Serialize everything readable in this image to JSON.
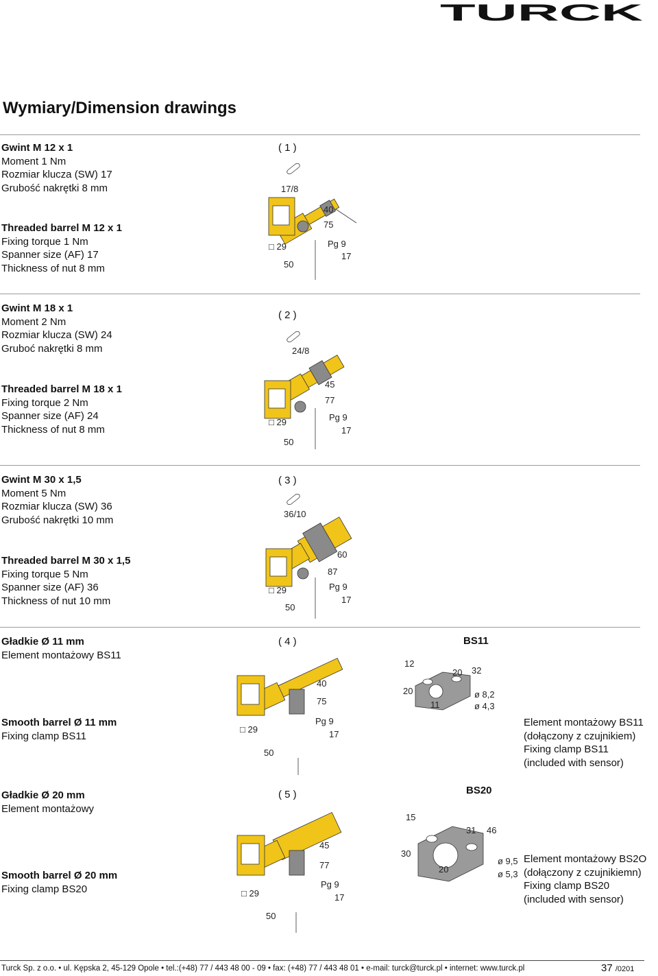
{
  "brand": {
    "logo_text": "TURCK"
  },
  "page_title": "Wymiary/Dimension drawings",
  "sections": [
    {
      "pl": [
        "Gwint M 12 x 1",
        "Moment 1 Nm",
        "Rozmiar klucza (SW) 17",
        "Grubość nakrętki 8 mm"
      ],
      "en": [
        "Threaded barrel M 12 x 1",
        "Fixing torque 1 Nm",
        "Spanner size (AF) 17",
        "Thickness of nut 8 mm"
      ],
      "fig": "( 1 )",
      "dims": {
        "nut": "17/8",
        "a": "40",
        "b": "75",
        "pg": "Pg 9",
        "af": "17",
        "sq": "29",
        "w": "50"
      }
    },
    {
      "pl": [
        "Gwint M 18 x 1",
        "Moment 2 Nm",
        "Rozmiar klucza (SW) 24",
        "Gruboć nakrętki 8 mm"
      ],
      "en": [
        "Threaded barrel M 18 x 1",
        "Fixing torque 2 Nm",
        "Spanner size (AF) 24",
        "Thickness of nut 8 mm"
      ],
      "fig": "( 2 )",
      "dims": {
        "nut": "24/8",
        "a": "45",
        "b": "77",
        "pg": "Pg 9",
        "af": "17",
        "sq": "29",
        "w": "50"
      }
    },
    {
      "pl": [
        "Gwint M 30 x 1,5",
        "Moment 5 Nm",
        "Rozmiar klucza (SW) 36",
        "Grubość nakrętki 10 mm"
      ],
      "en": [
        "Threaded barrel M 30 x 1,5",
        "Fixing torque 5 Nm",
        "Spanner size (AF) 36",
        "Thickness of nut 10 mm"
      ],
      "fig": "( 3 )",
      "dims": {
        "nut": "36/10",
        "a": "60",
        "b": "87",
        "pg": "Pg 9",
        "af": "17",
        "sq": "29",
        "w": "50"
      }
    },
    {
      "pl": [
        "Gładkie Ø 11 mm",
        "Element montażowy BS11"
      ],
      "en": [
        "Smooth barrel Ø 11 mm",
        "Fixing clamp BS11"
      ],
      "fig": "( 4 )",
      "dims": {
        "a": "40",
        "b": "75",
        "pg": "Pg 9",
        "af": "17",
        "sq": "29",
        "w": "50"
      },
      "clamp": {
        "name": "BS11",
        "d1": "12",
        "d2": "20",
        "d3": "32",
        "d4": "20",
        "d5": "11",
        "o1": "ø 8,2",
        "o2": "ø 4,3",
        "note": [
          "Element montażowy BS11",
          "(dołączony z czujnikiem)",
          "Fixing clamp BS11",
          "(included with sensor)"
        ]
      }
    },
    {
      "pl": [
        "Gładkie Ø 20 mm",
        "Element montażowy"
      ],
      "en": [
        "Smooth barrel Ø 20 mm",
        "Fixing clamp BS20"
      ],
      "fig": "( 5 )",
      "dims": {
        "a": "45",
        "b": "77",
        "pg": "Pg 9",
        "af": "17",
        "sq": "29",
        "w": "50"
      },
      "clamp": {
        "name": "BS20",
        "d1": "15",
        "d2": "31",
        "d3": "46",
        "d4": "30",
        "d5": "20",
        "o1": "ø 9,5",
        "o2": "ø 5,3",
        "note": [
          "Element montażowy BS2O",
          "(dołączony z czujnikiemn)",
          "Fixing clamp BS20",
          "(included with sensor)"
        ]
      }
    }
  ],
  "footer": {
    "text": "Turck Sp. z o.o. • ul. Kępska 2, 45-129 Opole • tel.:(+48) 77 / 443 48 00 - 09 • fax: (+48) 77 / 443 48 01 • e-mail: turck@turck.pl • internet: www.turck.pl",
    "page": "37",
    "page_suffix": "/0201"
  },
  "colors": {
    "sensor_yellow": "#f0c419",
    "sensor_gray": "#8a8a8a",
    "clamp_gray": "#9a9a9a"
  }
}
